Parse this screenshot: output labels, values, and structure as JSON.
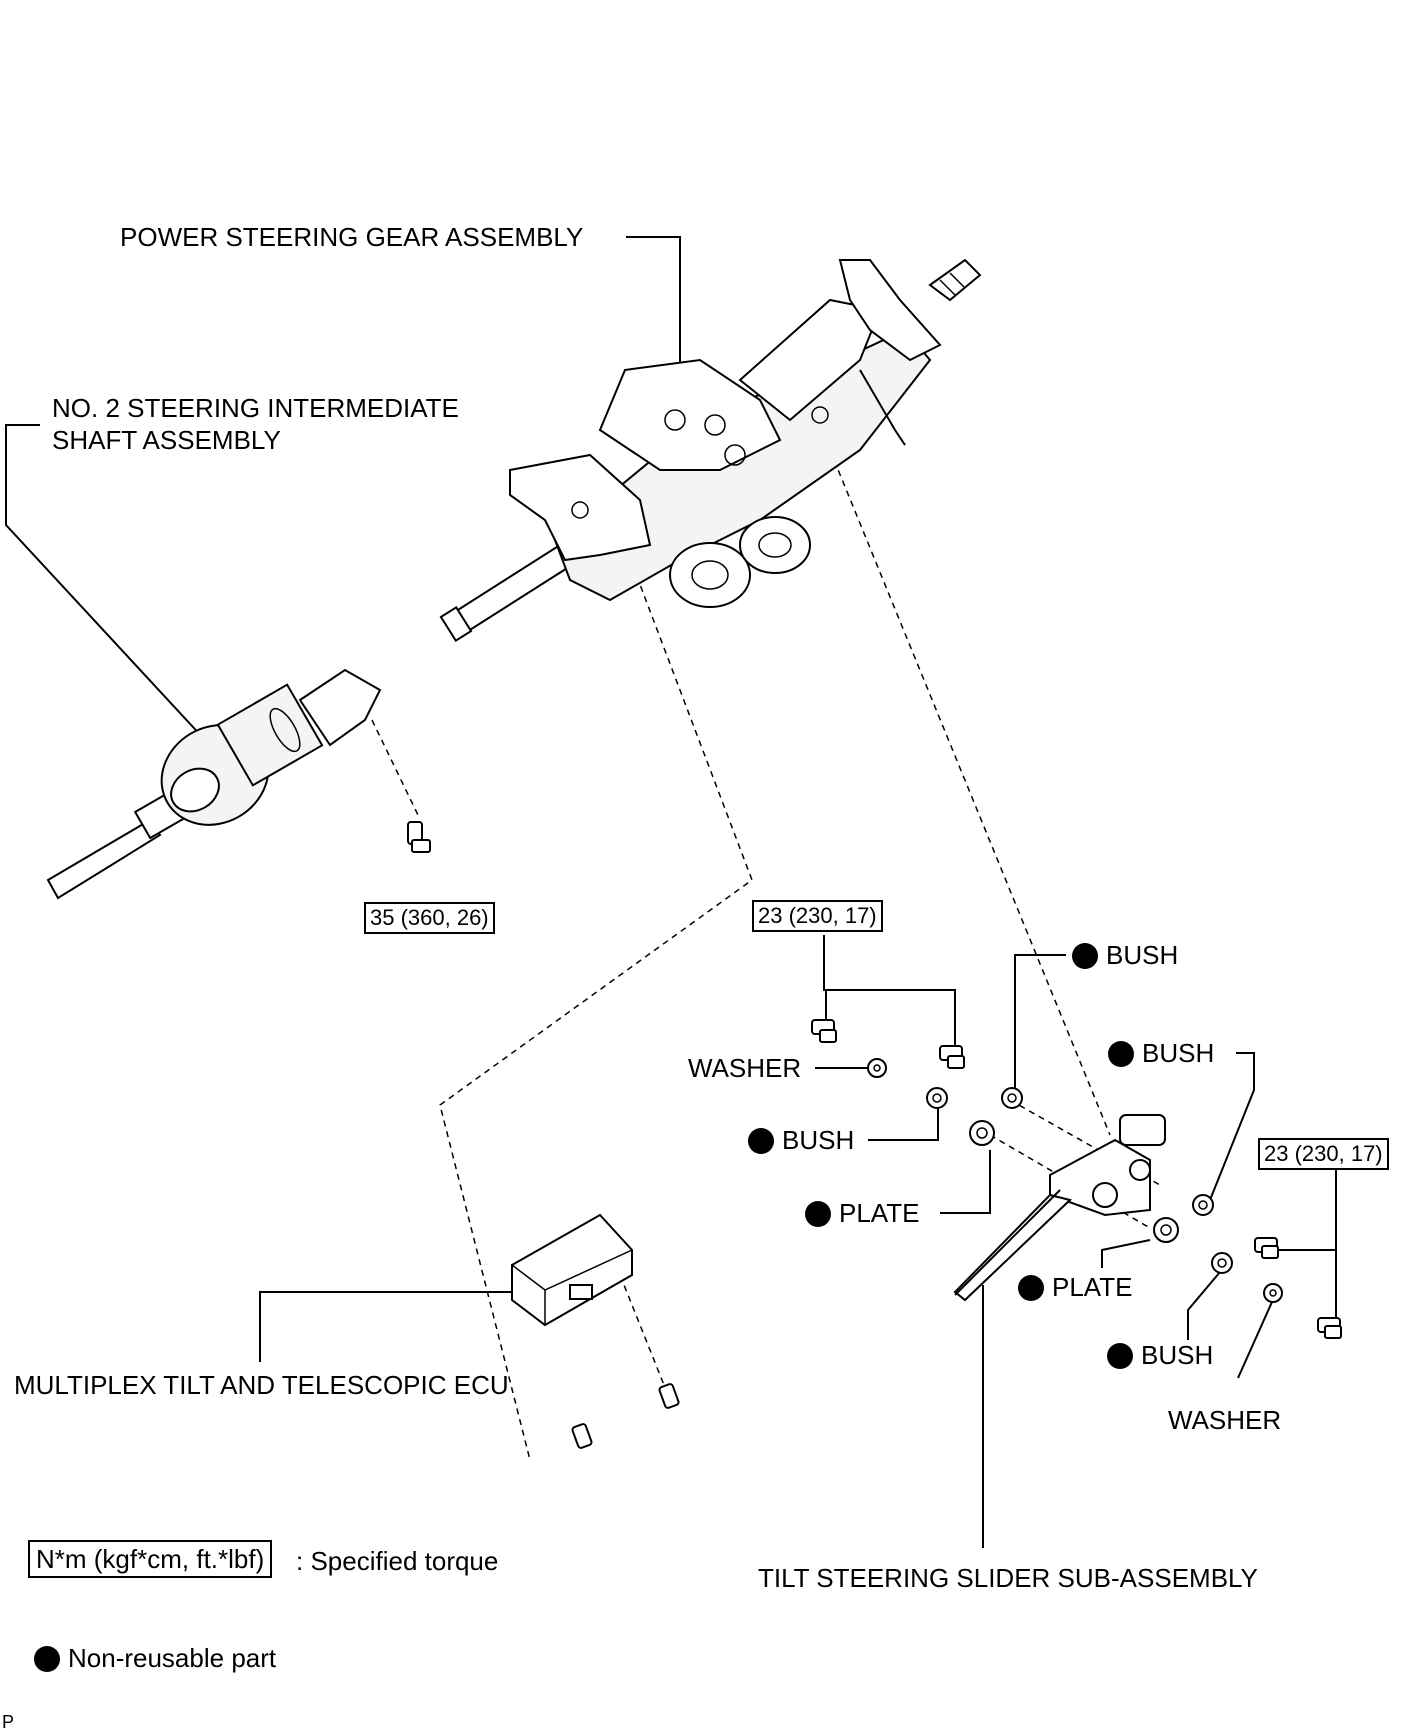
{
  "labels": {
    "gear_assembly": "POWER STEERING GEAR ASSEMBLY",
    "intermediate_shaft_line1": "NO. 2 STEERING INTERMEDIATE",
    "intermediate_shaft_line2": "SHAFT ASSEMBLY",
    "ecu": "MULTIPLEX TILT AND TELESCOPIC ECU",
    "slider": "TILT STEERING SLIDER SUB-ASSEMBLY",
    "washer_left": "WASHER",
    "washer_right": "WASHER",
    "bush_top": "BUSH",
    "bush_right": "BUSH",
    "bush_left": "BUSH",
    "bush_bottom": "BUSH",
    "plate_left": "PLATE",
    "plate_right": "PLATE"
  },
  "torque": {
    "shaft_bolt": "35 (360, 26)",
    "center_bolts": "23 (230, 17)",
    "right_bolts": "23 (230, 17)"
  },
  "legend": {
    "torque_box": "N*m (kgf*cm, ft.*lbf)",
    "torque_text": ": Specified torque",
    "non_reusable": "Non-reusable part"
  },
  "footer": {
    "code": "P"
  },
  "icons": {
    "non_reusable_marker": "filled-circle-icon"
  }
}
